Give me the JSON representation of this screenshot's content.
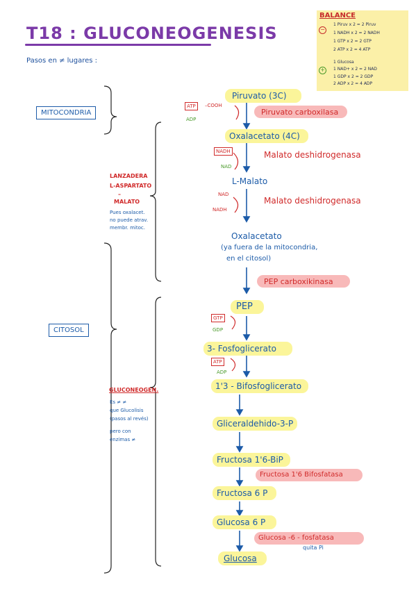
{
  "title": "T18 : GLUCONEOGENESIS",
  "subtitle": "Pasos en ≠ lugares :",
  "balance": {
    "heading": "BALANCE",
    "minus_symbol": "−",
    "plus_symbol": "+",
    "consumed": [
      "1 Piruv x 2 = 2 Piruv",
      "1 NADH x 2 = 2 NADH",
      "1 GTP x 2 = 2 GTP",
      "2 ATP x 2 = 4 ATP"
    ],
    "produced": [
      "1 Glucosa",
      "1 NAD+ x 2 = 2 NAD",
      "1 GDP x 2 = 2 GDP",
      "2 ADP x 2 = 4 ADP"
    ]
  },
  "locations": {
    "mitocondria": "MITOCONDRIA",
    "citosol": "CITOSOL"
  },
  "shuttle": {
    "title_lines": [
      "LANZADERA",
      "L-ASPARTATO",
      "–",
      "MALATO"
    ],
    "note_lines": [
      "Pues oxalacet.",
      "no puede atrav.",
      "membr. mitoc."
    ]
  },
  "gluconeogen_note": {
    "title": "GLUCONEOGEN.",
    "lines": [
      "Es ≠ ≠",
      "que Glucolisis",
      "(pasos al revés)",
      "pero con",
      "enzimas ≠"
    ]
  },
  "metabolites": {
    "piruvato": "Piruvato (3C)",
    "oxalacetato1": "Oxalacetato (4C)",
    "lmalato": "L-Malato",
    "oxalacetato2": "Oxalacetato",
    "oxal_note1": "(ya fuera de la mitocondria,",
    "oxal_note2": "en el citosol)",
    "pep": "PEP",
    "fosfoglicerato": "3- Fosfoglicerato",
    "bifosfoglicerato": "1'3 - Bifosfoglicerato",
    "gliceraldehido": "Gliceraldehido-3-P",
    "fructosa16": "Fructosa 1'6-BiP",
    "fructosa6": "Fructosa 6 P",
    "glucosa6": "Glucosa 6 P",
    "glucosa": "Glucosa"
  },
  "enzymes": {
    "piruvato_carboxilasa": "Piruvato carboxilasa",
    "malato_dh1": "Malato deshidrogenasa",
    "malato_dh2": "Malato deshidrogenasa",
    "pep_carboxikinasa": "PEP carboxikinasa",
    "fructosa_bifosfatasa": "Fructosa 1'6 Bifosfatasa",
    "glucosa_fosfatasa": "Glucosa -6 - fosfatasa",
    "quita_pi": "quita Pi"
  },
  "cofactors": {
    "atp1": "ATP",
    "cooh": "–COOH",
    "adp1": "ADP",
    "nadh1": "NADH",
    "nad1": "NAD",
    "nad2": "NAD",
    "nadh2": "NADH",
    "gtp": "GTP",
    "gdp": "GDP",
    "atp2": "ATP",
    "adp2": "ADP"
  },
  "colors": {
    "title": "#7b3aa8",
    "metabolite": "#1c5ba8",
    "enzyme": "#d02a2a",
    "highlight_yellow": "#fbf59a",
    "highlight_red": "#f8b9b9",
    "byproduct": "#4a9a2a"
  }
}
